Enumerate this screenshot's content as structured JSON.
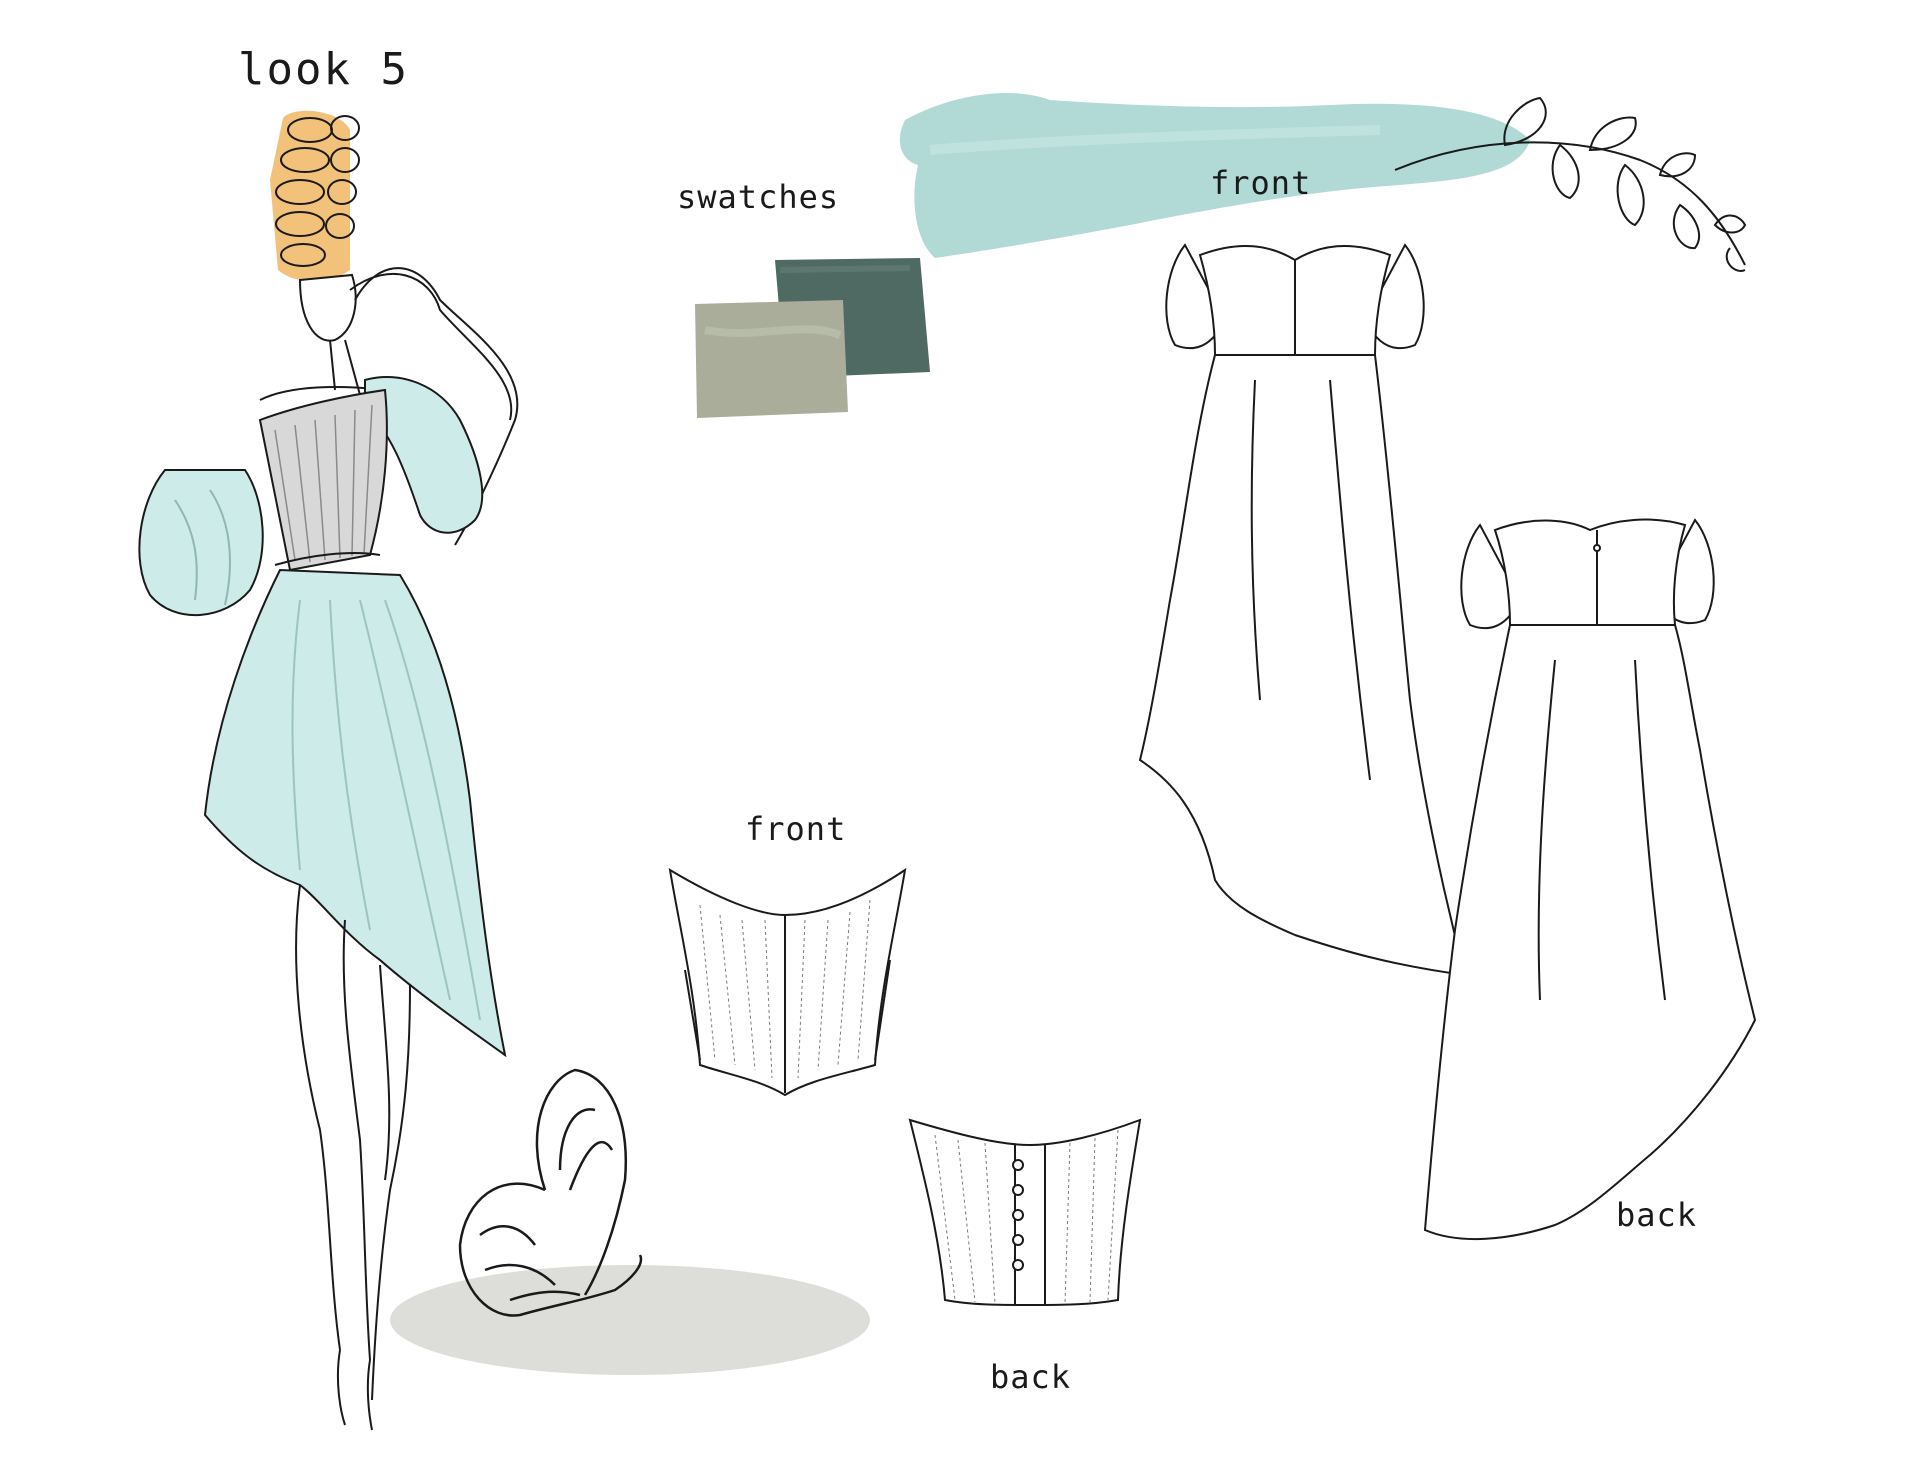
{
  "sheet": {
    "title": "look 5",
    "swatches_label": "swatches",
    "gown": {
      "front_label": "front",
      "back_label": "back"
    },
    "corset": {
      "front_label": "front",
      "back_label": "back"
    }
  },
  "colors": {
    "background": "#ffffff",
    "accent_mint": "#a9d6d2",
    "dress_mint": "#cdebe8",
    "hair": "#f2c27a",
    "swatch_dark": "#4f6a63",
    "swatch_light": "#a9ad9a",
    "shadow": "#d9d9d6",
    "bodice_grey": "#d8d8d8",
    "line": "#1a1a1a"
  },
  "icons": [
    "butterfly-icon",
    "leaf-branch-icon",
    "paint-stroke-icon"
  ]
}
